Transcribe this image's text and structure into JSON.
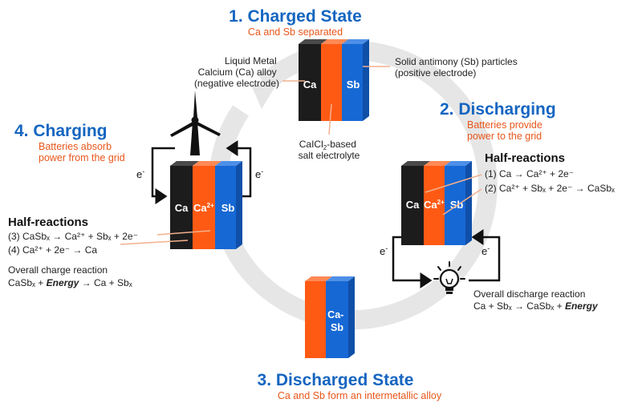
{
  "colors": {
    "title_blue": "#1565c0",
    "subtitle_orange": "#e8561a",
    "calcium_black": "#1c1c1c",
    "electrolyte_orange": "#ff5a14",
    "antimony_blue": "#1668d4",
    "cycle_arrow_gray": "#e5e5e5",
    "leader_line": "#f2b08d",
    "text_dark": "#222222"
  },
  "stages": {
    "charged": {
      "title": "1. Charged State",
      "subtitle": "Ca and Sb separated",
      "label_ca": "Ca",
      "label_sb": "Sb",
      "anode_note": [
        "Liquid Metal",
        "Calcium (Ca) alloy",
        "(negative electrode)"
      ],
      "cathode_note": [
        "Solid antimony (Sb) particles",
        "(positive electrode)"
      ],
      "electrolyte_note_line1_main": "CaICl",
      "electrolyte_note_line1_sub": "2",
      "electrolyte_note_line1_tail": "-based",
      "electrolyte_note_line2": "salt electrolyte"
    },
    "discharging": {
      "title": "2. Discharging",
      "subtitle": [
        "Batteries provide",
        "power to the grid"
      ],
      "label_ca": "Ca",
      "label_ca_ion": "Ca",
      "label_ca_ion_sup": "2+",
      "label_sb": "Sb",
      "electron_left": "e",
      "electron_right": "e",
      "electron_sup": "-",
      "half_reactions_heading": "Half-reactions",
      "reaction1": "(1) Ca → Ca²⁺ + 2e⁻",
      "reaction2": "(2) Ca²⁺ + Sbₓ + 2e⁻ → CaSbₓ",
      "overall_heading": "Overall discharge reaction",
      "overall_main": "Ca + Sbₓ → CaSbₓ + ",
      "overall_energy": "Energy"
    },
    "discharged": {
      "title": "3. Discharged State",
      "subtitle": "Ca and Sb form an intermetallic alloy",
      "label_line1": "Ca-",
      "label_line2": "Sb"
    },
    "charging": {
      "title": "4. Charging",
      "subtitle": [
        "Batteries absorb",
        "power from the grid"
      ],
      "label_ca": "Ca",
      "label_ca_ion": "Ca",
      "label_ca_ion_sup": "2+",
      "label_sb": "Sb",
      "electron_left": "e",
      "electron_right": "e",
      "electron_sup": "-",
      "half_reactions_heading": "Half-reactions",
      "reaction3": "(3) CaSbₓ → Ca²⁺ + Sbₓ + 2e⁻",
      "reaction4": "(4) Ca²⁺ + 2e⁻ → Ca",
      "overall_heading": "Overall charge reaction",
      "overall_part1": "CaSbₓ + ",
      "overall_energy": "Energy",
      "overall_part2": " → Ca + Sbₓ"
    }
  },
  "icons": {
    "wind_turbine": "wind-turbine-icon",
    "light_bulb": "light-bulb-icon"
  }
}
